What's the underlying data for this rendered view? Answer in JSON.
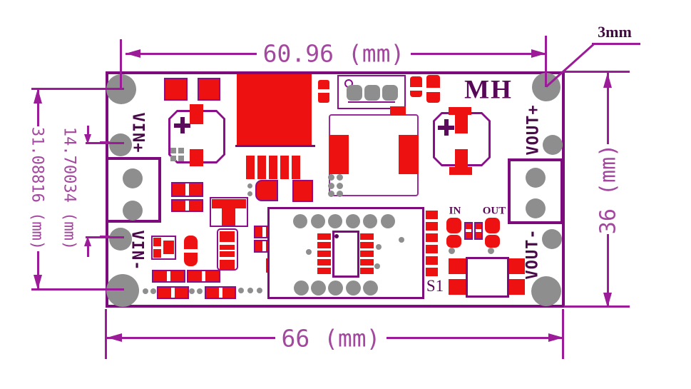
{
  "dimensions": {
    "hole_spacing_width": "60.96 (mm)",
    "hole_diameter": "3mm",
    "hole_spacing_height": "31.08816 (mm)",
    "pin_spacing": "14.70034 (mm)",
    "board_height": "36 (mm)",
    "board_width": "66 (mm)"
  },
  "board": {
    "brand": "MH",
    "pin_labels": {
      "vin_plus": "VIN+",
      "vin_minus": "VIN-",
      "vout_plus": "VOUT+",
      "vout_minus": "VOUT-"
    },
    "silkscreen": {
      "led_in": "IN",
      "led_out": "OUT",
      "switch_ref": "S1"
    }
  },
  "colors": {
    "dimension_line": "#9c1b99",
    "dimension_text": "#a3479f",
    "board_outline": "#7c0b7c",
    "pad_red": "#ee1112",
    "pad_gray": "#8e8e8e",
    "silkscreen_text": "#570857"
  }
}
